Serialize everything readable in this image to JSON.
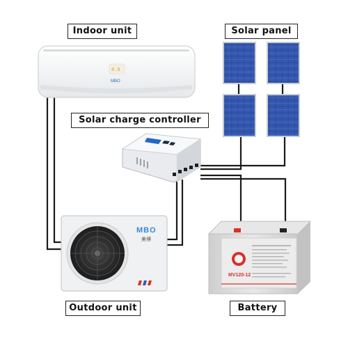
{
  "labels": {
    "indoor": "Indoor unit",
    "solar_panel": "Solar panel",
    "controller": "Solar charge controller",
    "outdoor": "Outdoor unit",
    "battery": "Battery"
  },
  "indoor_unit": {
    "brand": "MBO"
  },
  "outdoor_unit": {
    "brand": "MBO",
    "brand_cn": "美博"
  },
  "battery": {
    "model": "MV120-12"
  },
  "colors": {
    "wire": "#1a1a1a",
    "panel_blue": "#2b4a9c",
    "panel_frame": "#c8ccd2",
    "unit_white": "#f4f5f6",
    "battery_grey": "#dcdcdc",
    "battery_red": "#d9302a",
    "lcd_blue": "#2466c9"
  }
}
